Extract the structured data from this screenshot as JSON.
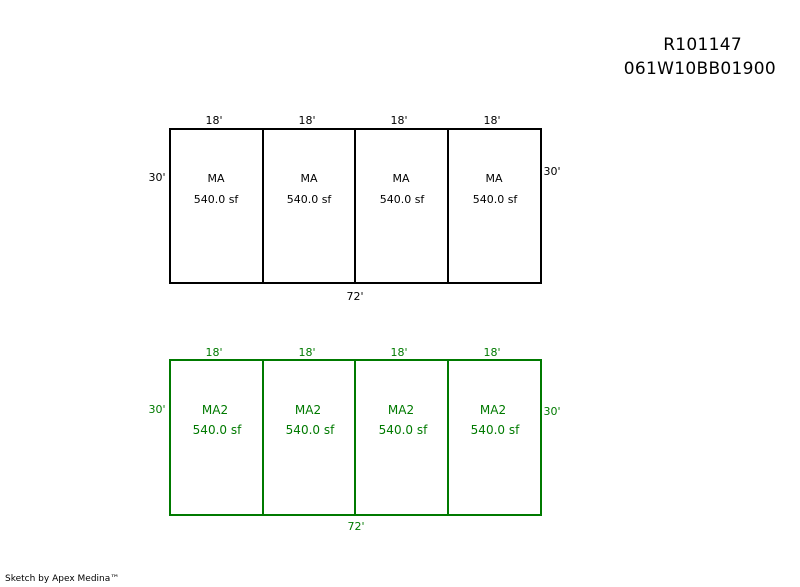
{
  "header": {
    "parcel_id": "R101147",
    "map_number": "061W10BB01900"
  },
  "footer": {
    "credit": "Sketch by Apex Medina™"
  },
  "colors": {
    "floor1": "#000000",
    "floor2": "#007a00"
  },
  "sketches": [
    {
      "cells": [
        {
          "code": "MA",
          "area": "540.0 sf"
        },
        {
          "code": "MA",
          "area": "540.0 sf"
        },
        {
          "code": "MA",
          "area": "540.0 sf"
        },
        {
          "code": "MA",
          "area": "540.0 sf"
        }
      ],
      "top_dims": [
        "18'",
        "18'",
        "18'",
        "18'"
      ],
      "left_dim": "30'",
      "right_dim": "30'",
      "bottom_dim": "72'"
    },
    {
      "cells": [
        {
          "code": "MA2",
          "area": "540.0 sf"
        },
        {
          "code": "MA2",
          "area": "540.0 sf"
        },
        {
          "code": "MA2",
          "area": "540.0 sf"
        },
        {
          "code": "MA2",
          "area": "540.0 sf"
        }
      ],
      "top_dims": [
        "18'",
        "18'",
        "18'",
        "18'"
      ],
      "left_dim": "30'",
      "right_dim": "30'",
      "bottom_dim": "72'"
    }
  ]
}
